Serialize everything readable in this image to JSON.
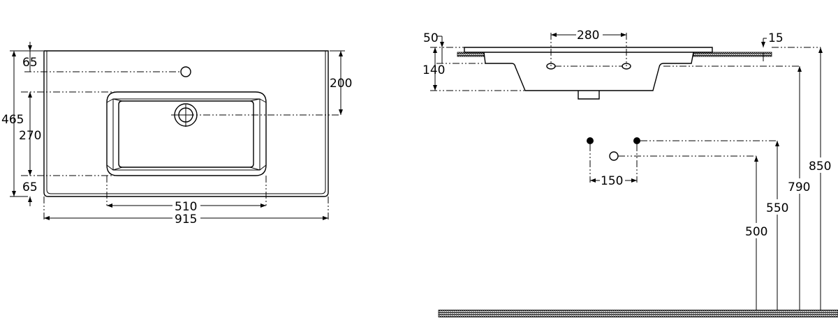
{
  "top_view": {
    "dimensions": {
      "total_depth": "465",
      "tap_hole_offset": "65",
      "bowl_depth": "270",
      "front_offset": "65",
      "drain_offset": "200",
      "bowl_width": "510",
      "total_width": "915"
    }
  },
  "side_view": {
    "dimensions": {
      "top_thickness": "50",
      "bowl_height": "140",
      "overflow_spacing": "280",
      "rim_thickness": "15",
      "supply_spacing": "150",
      "waste_height": "500",
      "supply_height": "550",
      "overflow_height": "790",
      "top_height": "850"
    }
  }
}
